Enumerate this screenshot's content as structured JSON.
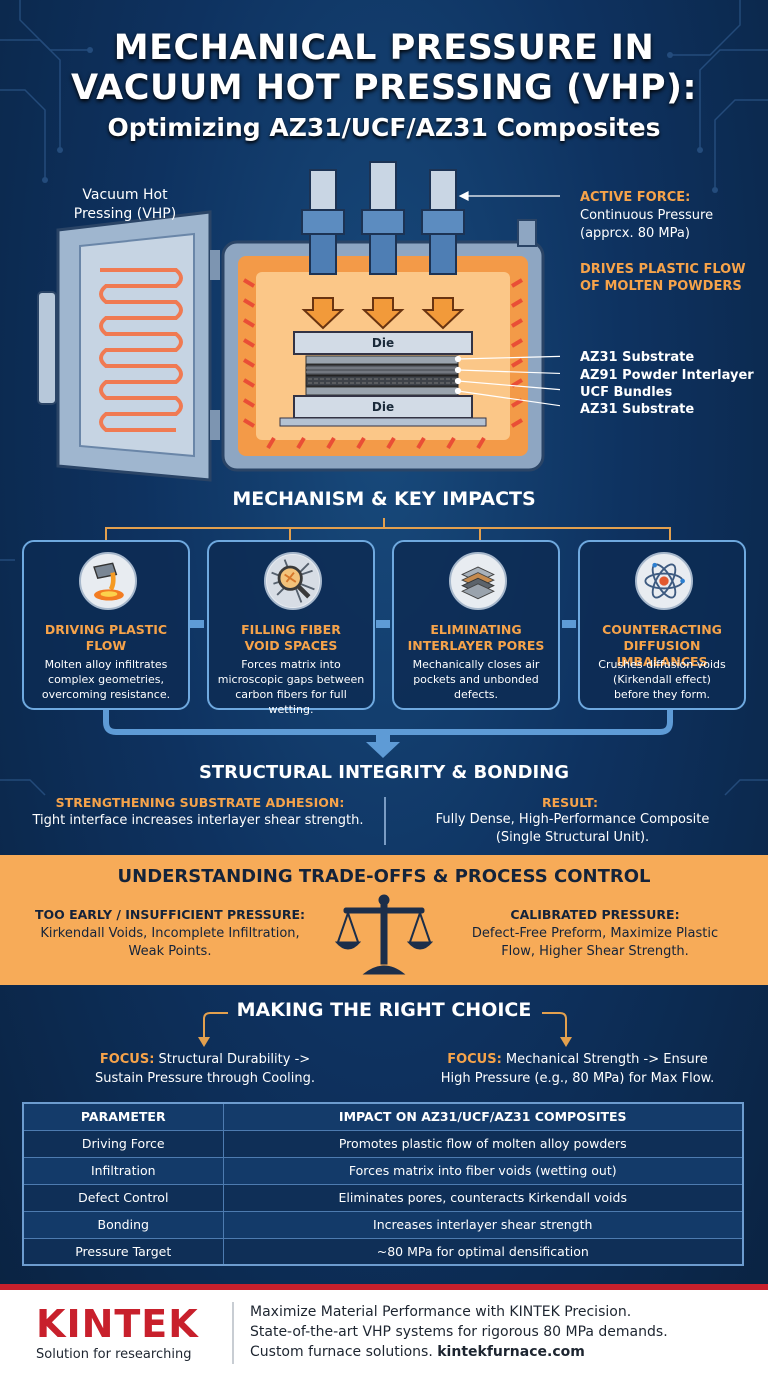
{
  "header": {
    "title_line1": "MECHANICAL PRESSURE IN",
    "title_line2": "VACUUM HOT PRESSING (VHP):",
    "subtitle": "Optimizing AZ31/UCF/AZ31 Composites"
  },
  "diagram": {
    "vhp_label": "Vacuum Hot Pressing (VHP)",
    "die_top": "Die",
    "die_bottom": "Die",
    "active_force_title": "ACTIVE FORCE:",
    "active_force_desc_1": "Continuous Pressure",
    "active_force_desc_2": "(apprcx. 80 MPa)",
    "drives_1": "DRIVES PLASTIC FLOW",
    "drives_2": "OF MOLTEN POWDERS",
    "layers": [
      "AZ31 Substrate",
      "AZ91 Powder Interlayer",
      "UCF Bundles",
      "AZ31 Substrate"
    ],
    "colors": {
      "heat": "#f08a30",
      "frame": "#8aa4c2",
      "piston": "#5c8cc0",
      "arrow": "#f29a3a"
    }
  },
  "mechanism": {
    "heading": "MECHANISM & KEY IMPACTS",
    "cards": [
      {
        "icon": "molten-metal-icon",
        "title_1": "DRIVING PLASTIC",
        "title_2": "FLOW",
        "desc_1": "Molten alloy infiltrates",
        "desc_2": "complex geometries,",
        "desc_3": "overcoming resistance."
      },
      {
        "icon": "magnifier-icon",
        "title_1": "FILLING FIBER",
        "title_2": "VOID SPACES",
        "desc_1": "Forces matrix into",
        "desc_2": "microscopic gaps between",
        "desc_3": "carbon fibers for full wetting."
      },
      {
        "icon": "layers-icon",
        "title_1": "ELIMINATING",
        "title_2": "INTERLAYER PORES",
        "desc_1": "Mechanically closes air",
        "desc_2": "pockets and unbonded",
        "desc_3": "defects."
      },
      {
        "icon": "atom-icon",
        "title_1": "COUNTERACTING",
        "title_2": "DIFFUSION IMBALANCES",
        "desc_1": "Crushes diffusion voids",
        "desc_2": "(Kirkendall effect)",
        "desc_3": "before they form."
      }
    ]
  },
  "structural": {
    "heading": "STRUCTURAL INTEGRITY & BONDING",
    "adhesion_title": "STRENGTHENING SUBSTRATE ADHESION:",
    "adhesion_desc": "Tight interface increases interlayer shear strength.",
    "result_title": "RESULT:",
    "result_desc_1": "Fully Dense, High-Performance Composite",
    "result_desc_2": "(Single Structural Unit)."
  },
  "tradeoffs": {
    "heading": "UNDERSTANDING TRADE-OFFS & PROCESS CONTROL",
    "left_title": "TOO EARLY / INSUFFICIENT PRESSURE:",
    "left_desc_1": "Kirkendall Voids, Incomplete Infiltration,",
    "left_desc_2": "Weak Points.",
    "right_title": "CALIBRATED PRESSURE:",
    "right_desc_1": "Defect-Free Preform, Maximize Plastic",
    "right_desc_2": "Flow, Higher Shear Strength.",
    "icon": "balance-scale-icon"
  },
  "choice": {
    "heading": "MAKING THE RIGHT CHOICE",
    "left_focus": "FOCUS:",
    "left_text_1": " Structural Durability ->",
    "left_text_2": "Sustain Pressure through Cooling.",
    "right_focus": "FOCUS:",
    "right_text_1": " Mechanical Strength -> Ensure",
    "right_text_2": "High Pressure (e.g., 80 MPa) for Max Flow."
  },
  "table": {
    "headers": [
      "PARAMETER",
      "IMPACT ON AZ31/UCF/AZ31 COMPOSITES"
    ],
    "rows": [
      [
        "Driving Force",
        "Promotes plastic flow of molten alloy powders"
      ],
      [
        "Infiltration",
        "Forces matrix into fiber voids (wetting out)"
      ],
      [
        "Defect Control",
        "Eliminates pores, counteracts Kirkendall voids"
      ],
      [
        "Bonding",
        "Increases interlayer shear strength"
      ],
      [
        "Pressure Target",
        "~80 MPa for optimal densification"
      ]
    ]
  },
  "footer": {
    "logo": "KINTEK",
    "logo_sub": "Solution for researching",
    "line1": "Maximize Material Performance with KINTEK Precision.",
    "line2": "State-of-the-art VHP systems for rigorous 80 MPa demands.",
    "line3_a": "Custom furnace solutions. ",
    "line3_b": "kintekfurnace.com",
    "brand_color": "#c8202c"
  }
}
